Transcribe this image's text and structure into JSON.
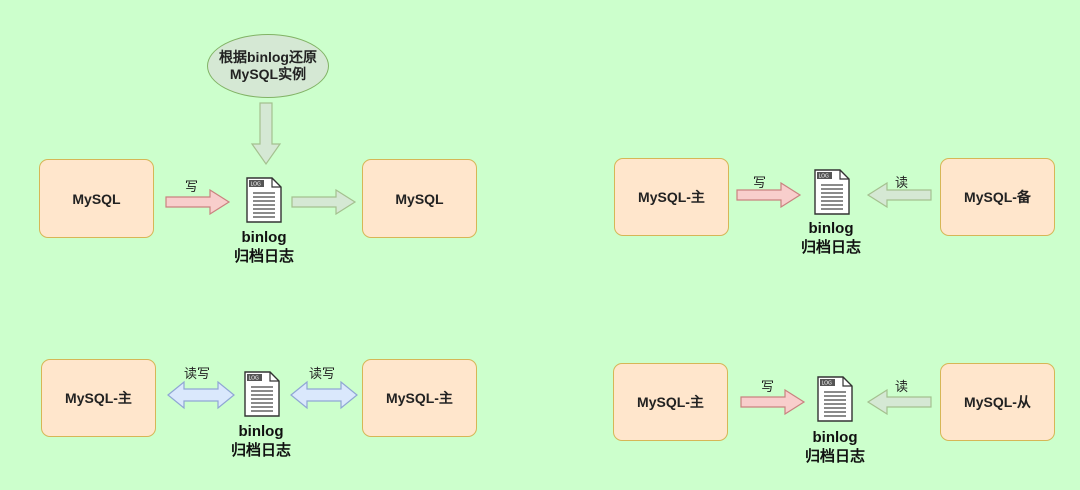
{
  "top_left": {
    "source_box": "MySQL",
    "write_label": "写",
    "doc_tag": "LOG",
    "binlog": "binlog",
    "archive": "归档日志",
    "target_box": "MySQL",
    "restore_line1": "根据binlog还原",
    "restore_line2": "MySQL实例"
  },
  "top_right": {
    "master_box": "MySQL-主",
    "write_label": "写",
    "doc_tag": "LOG",
    "binlog": "binlog",
    "archive": "归档日志",
    "read_label": "读",
    "standby_box": "MySQL-备"
  },
  "bottom_left": {
    "master_box_1": "MySQL-主",
    "rw_label_1": "读写",
    "doc_tag": "LOG",
    "binlog": "binlog",
    "archive": "归档日志",
    "rw_label_2": "读写",
    "master_box_2": "MySQL-主"
  },
  "bottom_right": {
    "master_box": "MySQL-主",
    "write_label": "写",
    "doc_tag": "LOG",
    "binlog": "binlog",
    "archive": "归档日志",
    "read_label": "读",
    "slave_box": "MySQL-从"
  },
  "colors": {
    "background": "#ccffcc",
    "box_fill": "#ffe6cc",
    "box_border": "#d6b656",
    "write_arrow": "#f8cecc",
    "read_arrow": "#d5e8d4",
    "rw_arrow": "#dae8fc"
  }
}
